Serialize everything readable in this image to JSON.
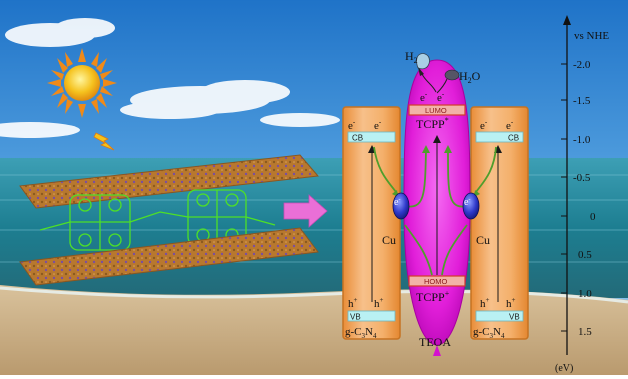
{
  "molecule": {
    "h2": "H",
    "h2_sub": "2",
    "h2o_main": "H",
    "h2o_sub": "2",
    "h2o_tail": "O"
  },
  "left_g": {
    "e1": "e",
    "e2": "e",
    "sup_minus": "-",
    "cb": "CB",
    "h1": "h",
    "h2": "h",
    "sup_plus": "+",
    "vb": "VB",
    "name_pre": "g-C",
    "name_s1": "3",
    "name_mid": "N",
    "name_s2": "4"
  },
  "right_g": {
    "e1": "e",
    "e2": "e",
    "sup_minus": "-",
    "cb": "CB",
    "h1": "h",
    "h2": "h",
    "sup_plus": "+",
    "vb": "VB",
    "name_pre": "g-C",
    "name_s1": "3",
    "name_mid": "N",
    "name_s2": "4"
  },
  "center": {
    "e1": "e",
    "e2": "e",
    "sup_minus": "-",
    "lumo": "LUMO",
    "tcpp_top": "TCPP",
    "tcpp_top_sup": "*",
    "homo": "HOMO",
    "tcpp_bottom": "TCPP",
    "tcpp_bottom_sup": "+",
    "teoa": "TEOA"
  },
  "cu": {
    "label": "Cu",
    "e": "e",
    "sup_minus": "-"
  },
  "axis": {
    "title": "vs NHE",
    "unit": "(eV)",
    "ticks": [
      "-2.0",
      "-1.5",
      "-1.0",
      "-0.5",
      "0",
      "0.5",
      "1.0",
      "1.5"
    ]
  },
  "colors": {
    "g_panel": "#f0a855",
    "g_border": "#d4802a",
    "cb_vb_band": "#b9f1f3",
    "tcpp_ellipse": "#e51ae0",
    "lumo_homo_band": "#f2b3a7",
    "arrow_green": "#4f9e2c",
    "cu_blue": "#3137c8",
    "pink_arrow": "#ea6fd7"
  }
}
